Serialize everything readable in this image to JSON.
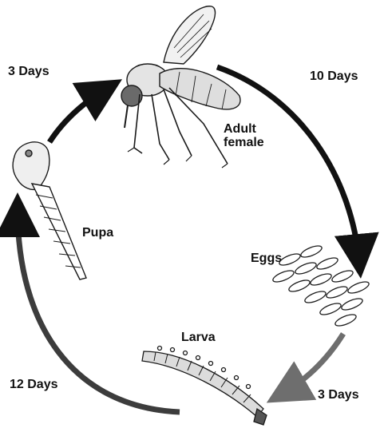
{
  "labels": {
    "adult": [
      "Adult",
      "female"
    ],
    "eggs": "Eggs",
    "larva": "Larva",
    "pupa": "Pupa"
  },
  "durations": {
    "pupa_to_adult": "3 Days",
    "adult_to_eggs": "10 Days",
    "eggs_to_larva": "3 Days",
    "larva_to_pupa": "12 Days"
  },
  "colors": {
    "arrow_dark": "#111111",
    "arrow_gray": "#6e6e6e",
    "ink": "#1a1a1a"
  },
  "icons": [
    "adult-female-fly-icon",
    "eggs-cluster-icon",
    "larva-icon",
    "pupa-icon"
  ]
}
